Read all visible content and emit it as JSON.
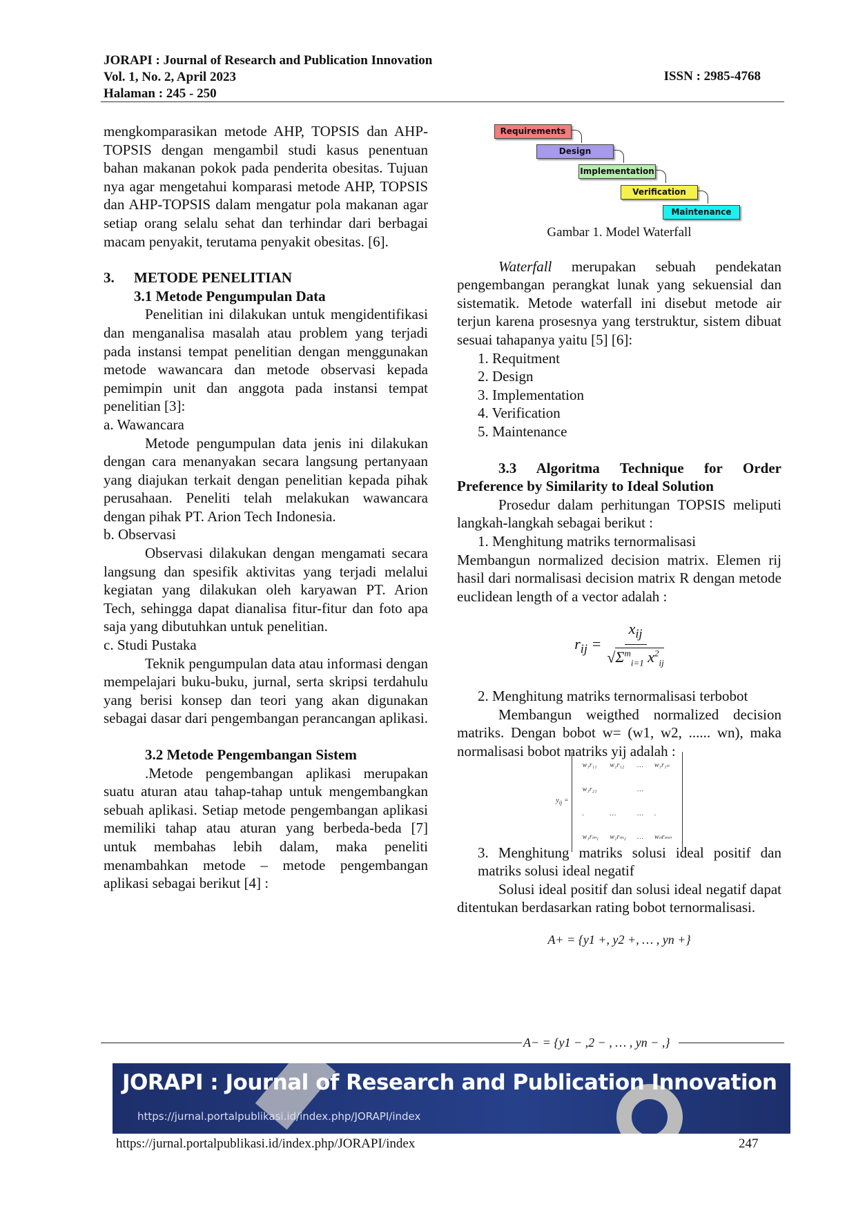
{
  "header": {
    "journal": "JORAPI : Journal of Research and Publication Innovation",
    "volume": "Vol. 1, No. 2, April 2023",
    "pages": "Halaman : 245 - 250",
    "issn": "ISSN : 2985-4768"
  },
  "left": {
    "p1": "mengkomparasikan metode AHP, TOPSIS dan AHP-TOPSIS dengan mengambil studi kasus penentuan bahan makanan pokok pada penderita obesitas. Tujuan nya agar mengetahui komparasi metode AHP, TOPSIS dan AHP-TOPSIS dalam mengatur pola makanan agar setiap orang selalu sehat dan terhindar dari berbagai macam penyakit, terutama penyakit obesitas. [6].",
    "sec3_num": "3.",
    "sec3": "METODE PENELITIAN",
    "sec31": "3.1 Metode Pengumpulan Data",
    "p2": "Penelitian ini dilakukan untuk mengidentifikasi dan menganalisa masalah atau problem yang terjadi pada instansi tempat penelitian dengan menggunakan metode wawancara dan metode observasi kepada pemimpin unit dan anggota pada instansi tempat penelitian [3]:",
    "a": "a. Wawancara",
    "pa": "Metode pengumpulan data jenis ini dilakukan dengan cara menanyakan secara langsung pertanyaan yang diajukan terkait dengan penelitian kepada pihak perusahaan. Peneliti telah melakukan wawancara dengan pihak PT. Arion Tech Indonesia.",
    "b": "b. Observasi",
    "pb": "Observasi dilakukan dengan mengamati secara langsung dan spesifik aktivitas yang terjadi melalui kegiatan yang dilakukan oleh karyawan PT. Arion Tech, sehingga dapat dianalisa fitur-fitur dan foto apa saja yang dibutuhkan untuk penelitian.",
    "c": "c. Studi Pustaka",
    "pc": "Teknik pengumpulan data atau informasi dengan mempelajari buku-buku, jurnal, serta skripsi terdahulu yang berisi konsep dan teori yang akan digunakan sebagai dasar dari pengembangan perancangan aplikasi.",
    "sec32": "3.2 Metode Pengembangan Sistem",
    "p3": ".Metode pengembangan aplikasi merupakan suatu aturan atau tahap-tahap untuk mengembangkan sebuah aplikasi. Setiap metode pengembangan aplikasi memiliki tahap atau aturan yang berbeda-beda [7] untuk membahas lebih dalam, maka peneliti menambahkan metode – metode pengembangan aplikasi sebagai berikut [4] :"
  },
  "figure": {
    "boxes": [
      "Requirements",
      "Design",
      "Implementation",
      "Verification",
      "Maintenance"
    ],
    "colors": [
      "#f47c7c",
      "#a79ae8",
      "#b8ecb0",
      "#f6f14a",
      "#1ef0f0"
    ],
    "caption": "Gambar 1. Model Waterfall"
  },
  "right": {
    "p1_em": "Waterfall",
    "p1": " merupakan sebuah pendekatan pengembangan perangkat lunak yang sekuensial dan sistematik. Metode waterfall ini disebut metode air terjun karena prosesnya yang terstruktur, sistem dibuat sesuai tahapanya yaitu [5] [6]:",
    "list": [
      "1.  Requitment",
      "2.  Design",
      "3.  Implementation",
      "4.  Verification",
      "5.  Maintenance"
    ],
    "sec33": "3.3 Algoritma Technique for Order Preference by Similarity to Ideal Solution",
    "p2": "Prosedur dalam perhitungan TOPSIS meliputi langkah-langkah sebagai berikut :",
    "step1": "1.      Menghitung matriks ternormalisasi",
    "p3": "Membangun normalized decision matrix. Elemen rij hasil dari normalisasi decision matrix R dengan metode euclidean length of a vector adalah :",
    "eq1_lhs": "r",
    "eq1_lhs_sub": "ij",
    "eq1_num": "x",
    "eq1_num_sub": "ij",
    "eq1_den": "Σ",
    "eq1_den_sup": "m",
    "eq1_den_sub": "i=1",
    "eq1_den_x": "x",
    "eq1_den_x_sup": "2",
    "eq1_den_x_sub": "ij",
    "step2": "2.      Menghitung matriks ternormalisasi terbobot",
    "p4": "Membangun weigthed normalized decision matriks. Dengan bobot w= (w1, w2, ...... wn), maka normalisasi bobot matriks yij adalah :",
    "matrix_lhs": "y",
    "matrix_lhs_sub": "ij",
    "matrix": [
      [
        "w₁r₁₁",
        "w₁r₁₂",
        "…",
        "w₁r₁ₙ"
      ],
      [
        "w₁r₂₁",
        "",
        "…",
        ""
      ],
      [
        ".",
        "…",
        "…",
        "."
      ],
      [
        "w₁rₘ₁",
        "w₂rₘ₂",
        "…",
        "wₙrₘₙ"
      ]
    ],
    "step3": "3.      Menghitung matriks solusi ideal positif dan matriks solusi ideal negatif",
    "p5": "Solusi ideal positif dan solusi ideal negatif dapat ditentukan berdasarkan rating bobot ternormalisasi.",
    "aplus": "A+ = {y1 +, y2 +, … , yn +}",
    "aminus": "A− = {y1 − ,2 − , … , yn − ,}"
  },
  "banner": {
    "title": "JORAPI : Journal of Research and Publication Innovation",
    "url": "https://jurnal.portalpublikasi.id/index.php/JORAPI/index"
  },
  "footer": {
    "url": "https://jurnal.portalpublikasi.id/index.php/JORAPI/index",
    "page": "247"
  }
}
